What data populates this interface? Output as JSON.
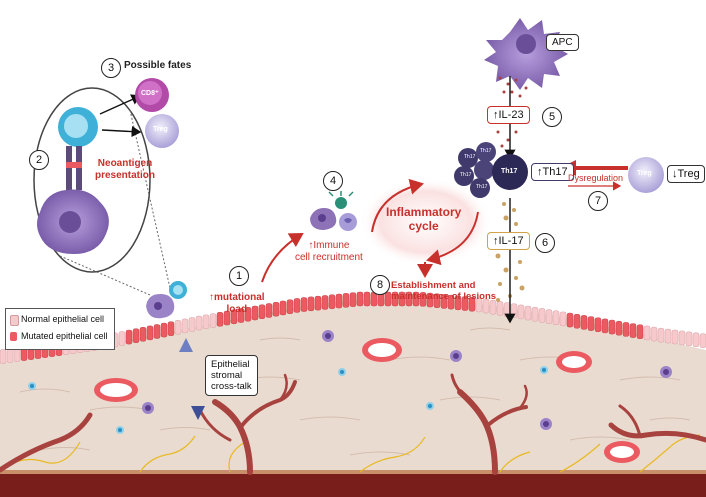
{
  "labels": {
    "possible_fates": "Possible fates",
    "cd8": "CD8⁺",
    "treg_cell": "Treg",
    "neoantigen": "Neoantigen\npresentation",
    "apc": "APC",
    "il23": "↑IL-23",
    "th17_small": "Th17",
    "th17_box": "↑Th17",
    "dysregulation": "Dysregulation",
    "treg_box": "↓Treg",
    "il17": "↑IL-17",
    "inflammatory_cycle": "Inflammatory\ncycle",
    "immune_recruitment": "↑Immune\ncell recruitment",
    "mutational_load": "↑mutational\nload",
    "establishment": "Establishment and\nmaintenance of lesions",
    "stromal_crosstalk": "Epithelial\nstromal\ncross-talk"
  },
  "steps": [
    "1",
    "2",
    "3",
    "4",
    "5",
    "6",
    "7",
    "8"
  ],
  "legend": {
    "normal": "Normal epithelial cell",
    "mutated": "Mutated epithelial cell"
  },
  "colors": {
    "accent_red": "#c8302c",
    "normal_cell": "#f6c9cc",
    "mutated_cell": "#ea5a60",
    "stroma": "#eadbd0",
    "vessel": "#a8423f",
    "apc_purple": "#8e72b8",
    "th17_dark": "#3f3a6b",
    "treg_light": "#c9c3e6"
  }
}
